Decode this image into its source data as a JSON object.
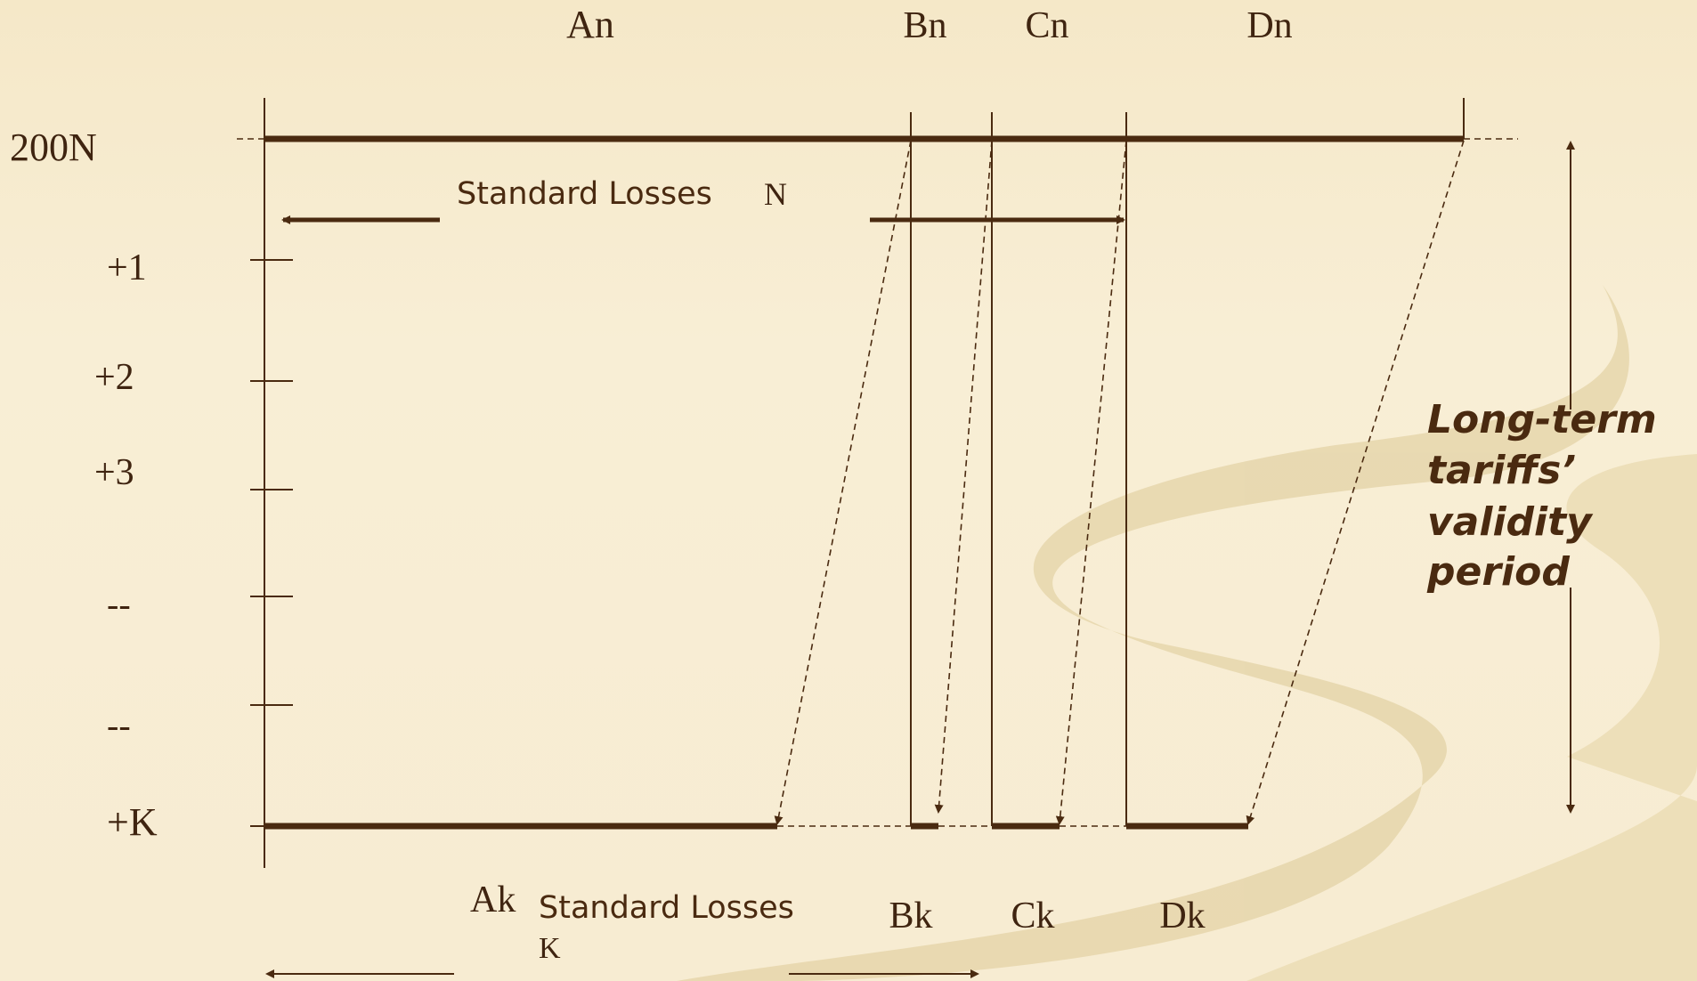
{
  "top_labels": {
    "a": "An",
    "b": "Bn",
    "c": "Cn",
    "d": "Dn"
  },
  "bottom_labels": {
    "a": "Ak",
    "b": "Bk",
    "c": "Ck",
    "d": "Dk"
  },
  "y_labels": {
    "top": "200N",
    "p1": "+1",
    "p2": "+2",
    "p3": "+3",
    "dash1": "--",
    "dash2": "--",
    "k": "+K"
  },
  "standard_losses_n": {
    "text": "Standard Losses",
    "suffix": "N"
  },
  "standard_losses_k": {
    "text": "Standard Losses",
    "suffix": "K"
  },
  "validity": {
    "line1": "Long-term",
    "line2": "tariffs’",
    "line3": "validity",
    "line4": "period"
  },
  "colors": {
    "ink": "#4a2a10",
    "background": "#f7ecd2",
    "swoosh": "#e3d2a6"
  }
}
